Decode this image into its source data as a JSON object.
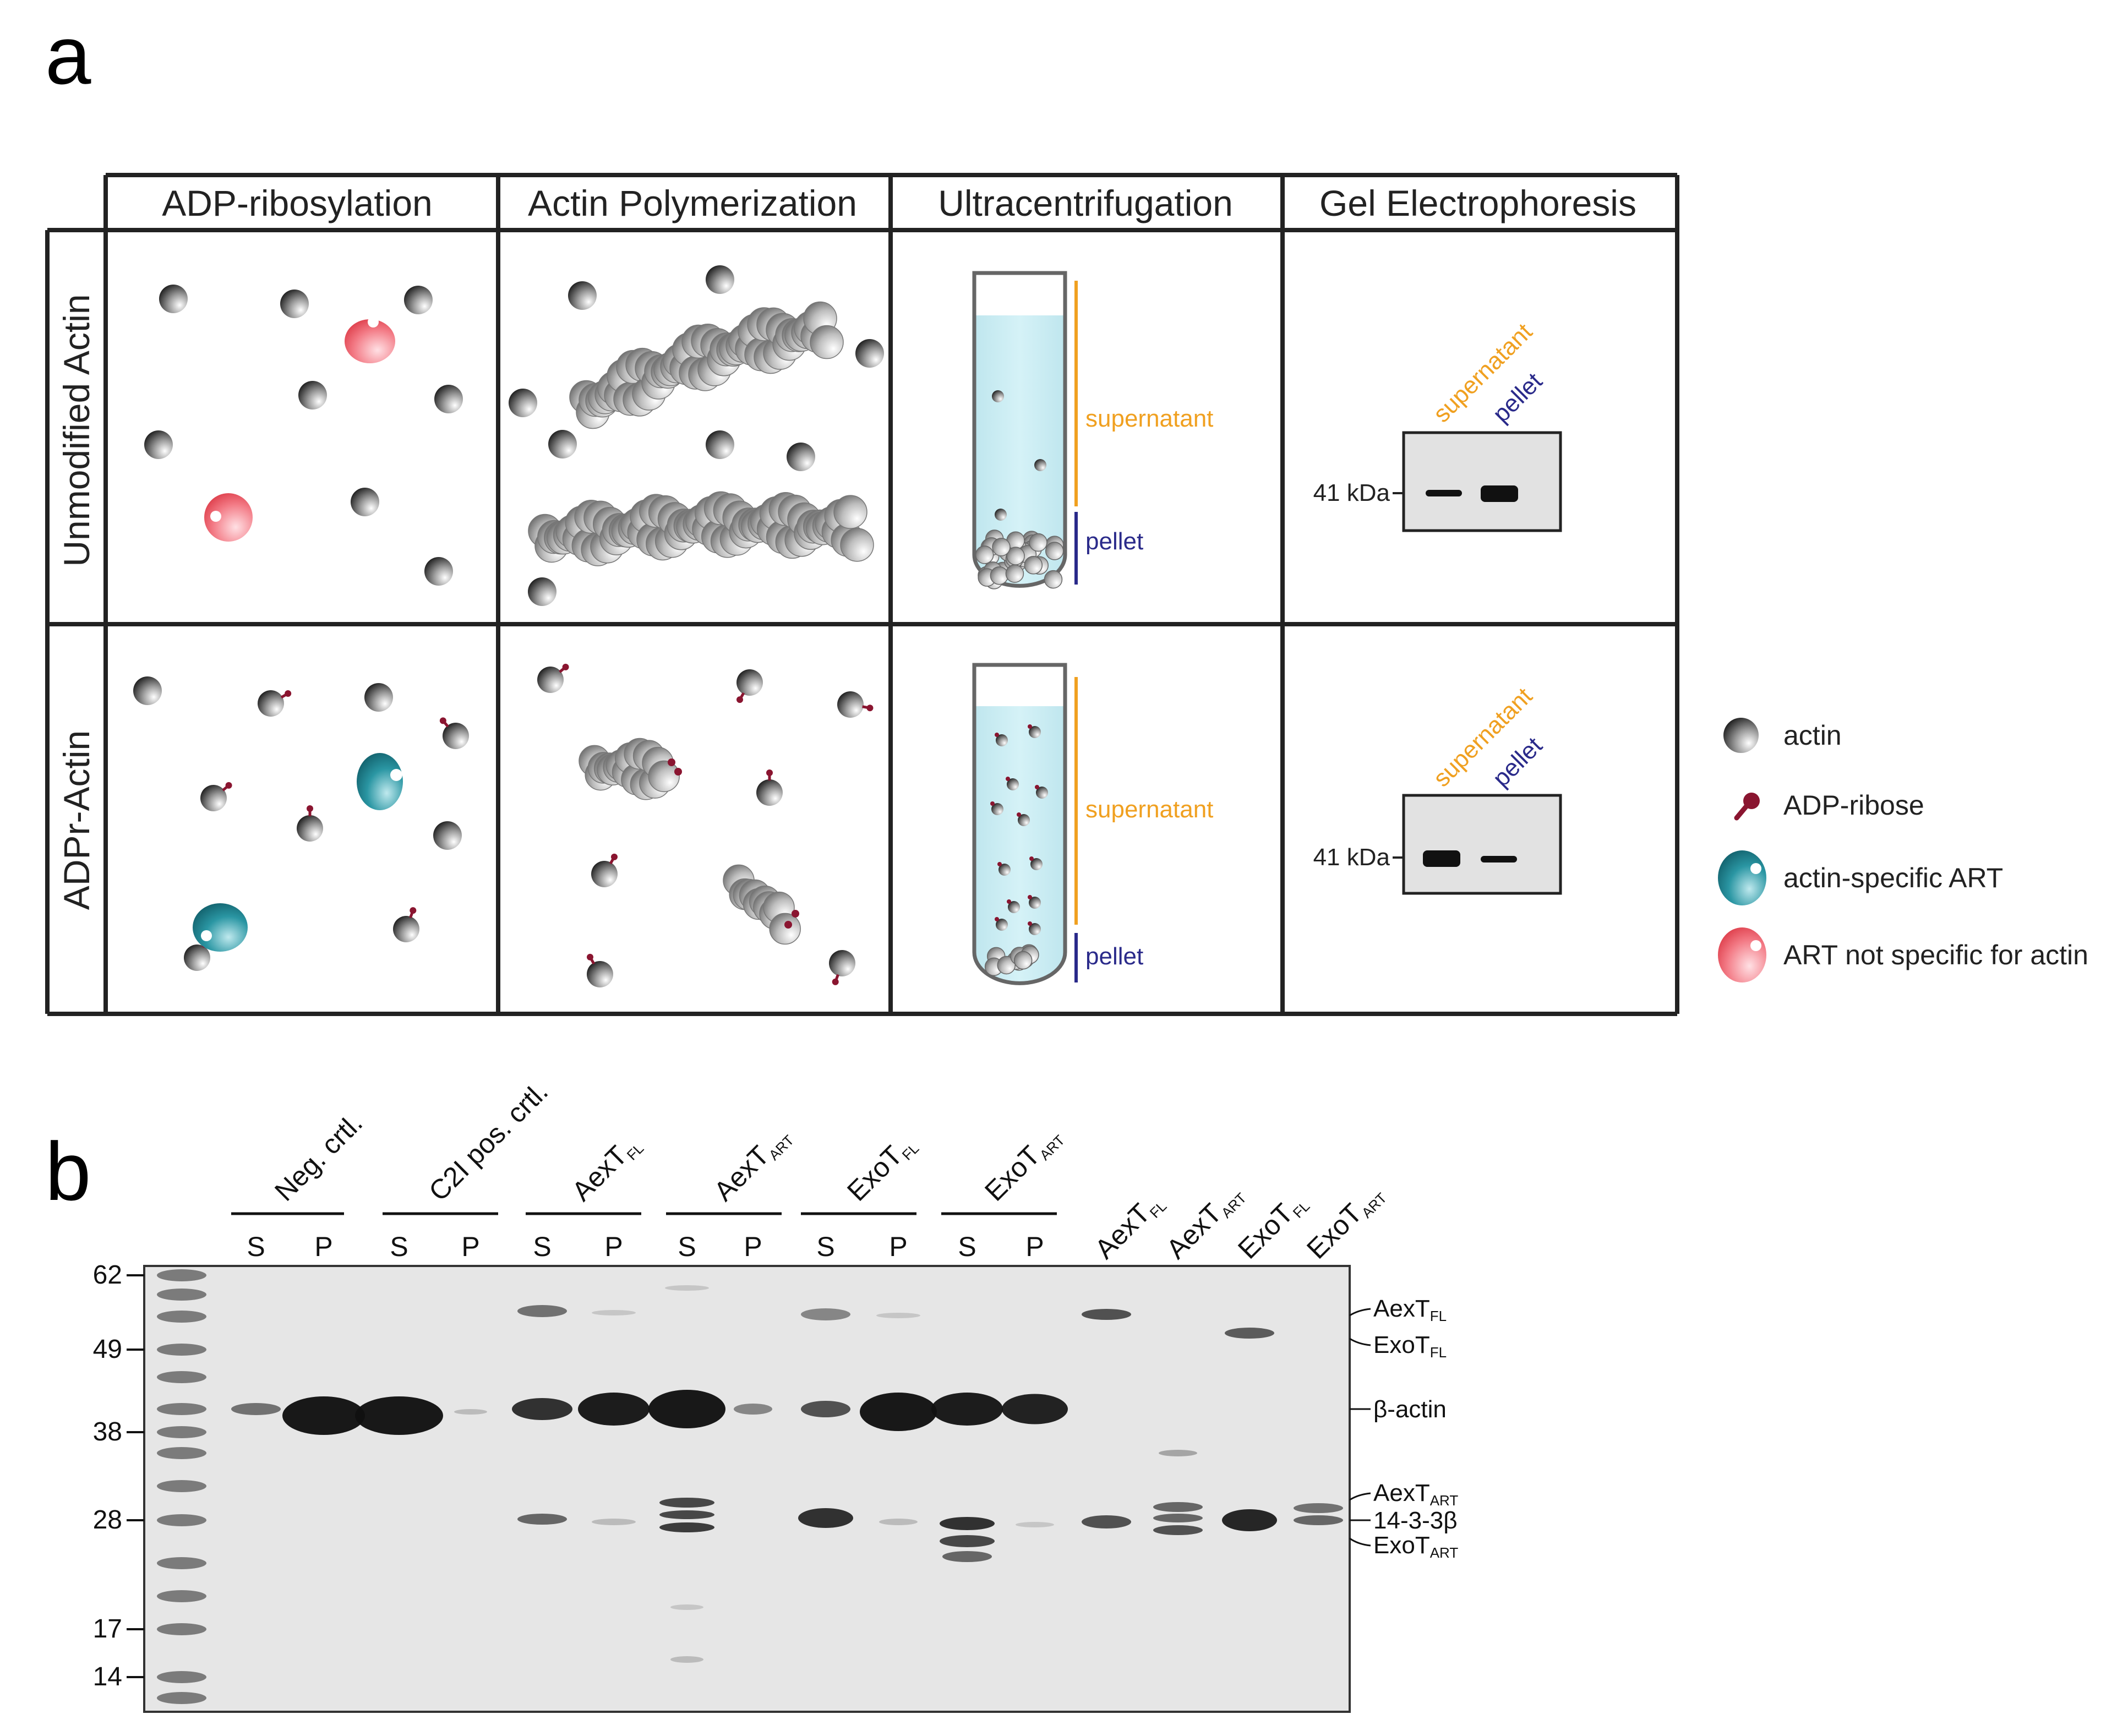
{
  "panel_a": {
    "letter": "a",
    "columns": [
      "ADP-ribosylation",
      "Actin Polymerization",
      "Ultracentrifugation",
      "Gel Electrophoresis"
    ],
    "rows": [
      "Unmodified Actin",
      "ADPr-Actin"
    ],
    "tube_labels": {
      "supernatant": "supernatant",
      "pellet": "pellet"
    },
    "gel_labels": {
      "kda": "41 kDa",
      "supernatant": "supernatant",
      "pellet": "pellet"
    },
    "legend": [
      {
        "label": "actin",
        "icon": "actin-sphere-icon"
      },
      {
        "label": "ADP-ribose",
        "icon": "adp-ribose-icon"
      },
      {
        "label": "actin-specific ART",
        "icon": "teal-art-icon"
      },
      {
        "label": "ART not specific for actin",
        "icon": "red-art-icon"
      }
    ],
    "colors": {
      "supernatant": "#f0a020",
      "pellet": "#2a2a8a",
      "specific_art": "#1b7f8c",
      "nonspecific_art": "#e8505a",
      "adp_ribose": "#8a1530",
      "tube_fill": "#c8ecf2"
    }
  },
  "panel_b": {
    "letter": "b",
    "group_labels": [
      {
        "main": "Neg. crtl.",
        "sub": ""
      },
      {
        "main": "C2I pos. crtl.",
        "sub": ""
      },
      {
        "main": "AexT",
        "sub": "FL"
      },
      {
        "main": "AexT",
        "sub": "ART"
      },
      {
        "main": "ExoT",
        "sub": "FL"
      },
      {
        "main": "ExoT",
        "sub": "ART"
      }
    ],
    "sp_labels": [
      "S",
      "P",
      "S",
      "P",
      "S",
      "P",
      "S",
      "P",
      "S",
      "P",
      "S",
      "P"
    ],
    "control_labels": [
      {
        "main": "AexT",
        "sub": "FL"
      },
      {
        "main": "AexT",
        "sub": "ART"
      },
      {
        "main": "ExoT",
        "sub": "FL"
      },
      {
        "main": "ExoT",
        "sub": "ART"
      }
    ],
    "mw_markers": [
      "62",
      "49",
      "38",
      "28",
      "17",
      "14"
    ],
    "band_labels": [
      {
        "main": "AexT",
        "sub": "FL"
      },
      {
        "main": "ExoT",
        "sub": "FL"
      },
      {
        "main": "β-actin",
        "sub": ""
      },
      {
        "main": "AexT",
        "sub": "ART"
      },
      {
        "main": "14-3-3β",
        "sub": ""
      },
      {
        "main": "ExoT",
        "sub": "ART"
      }
    ]
  }
}
